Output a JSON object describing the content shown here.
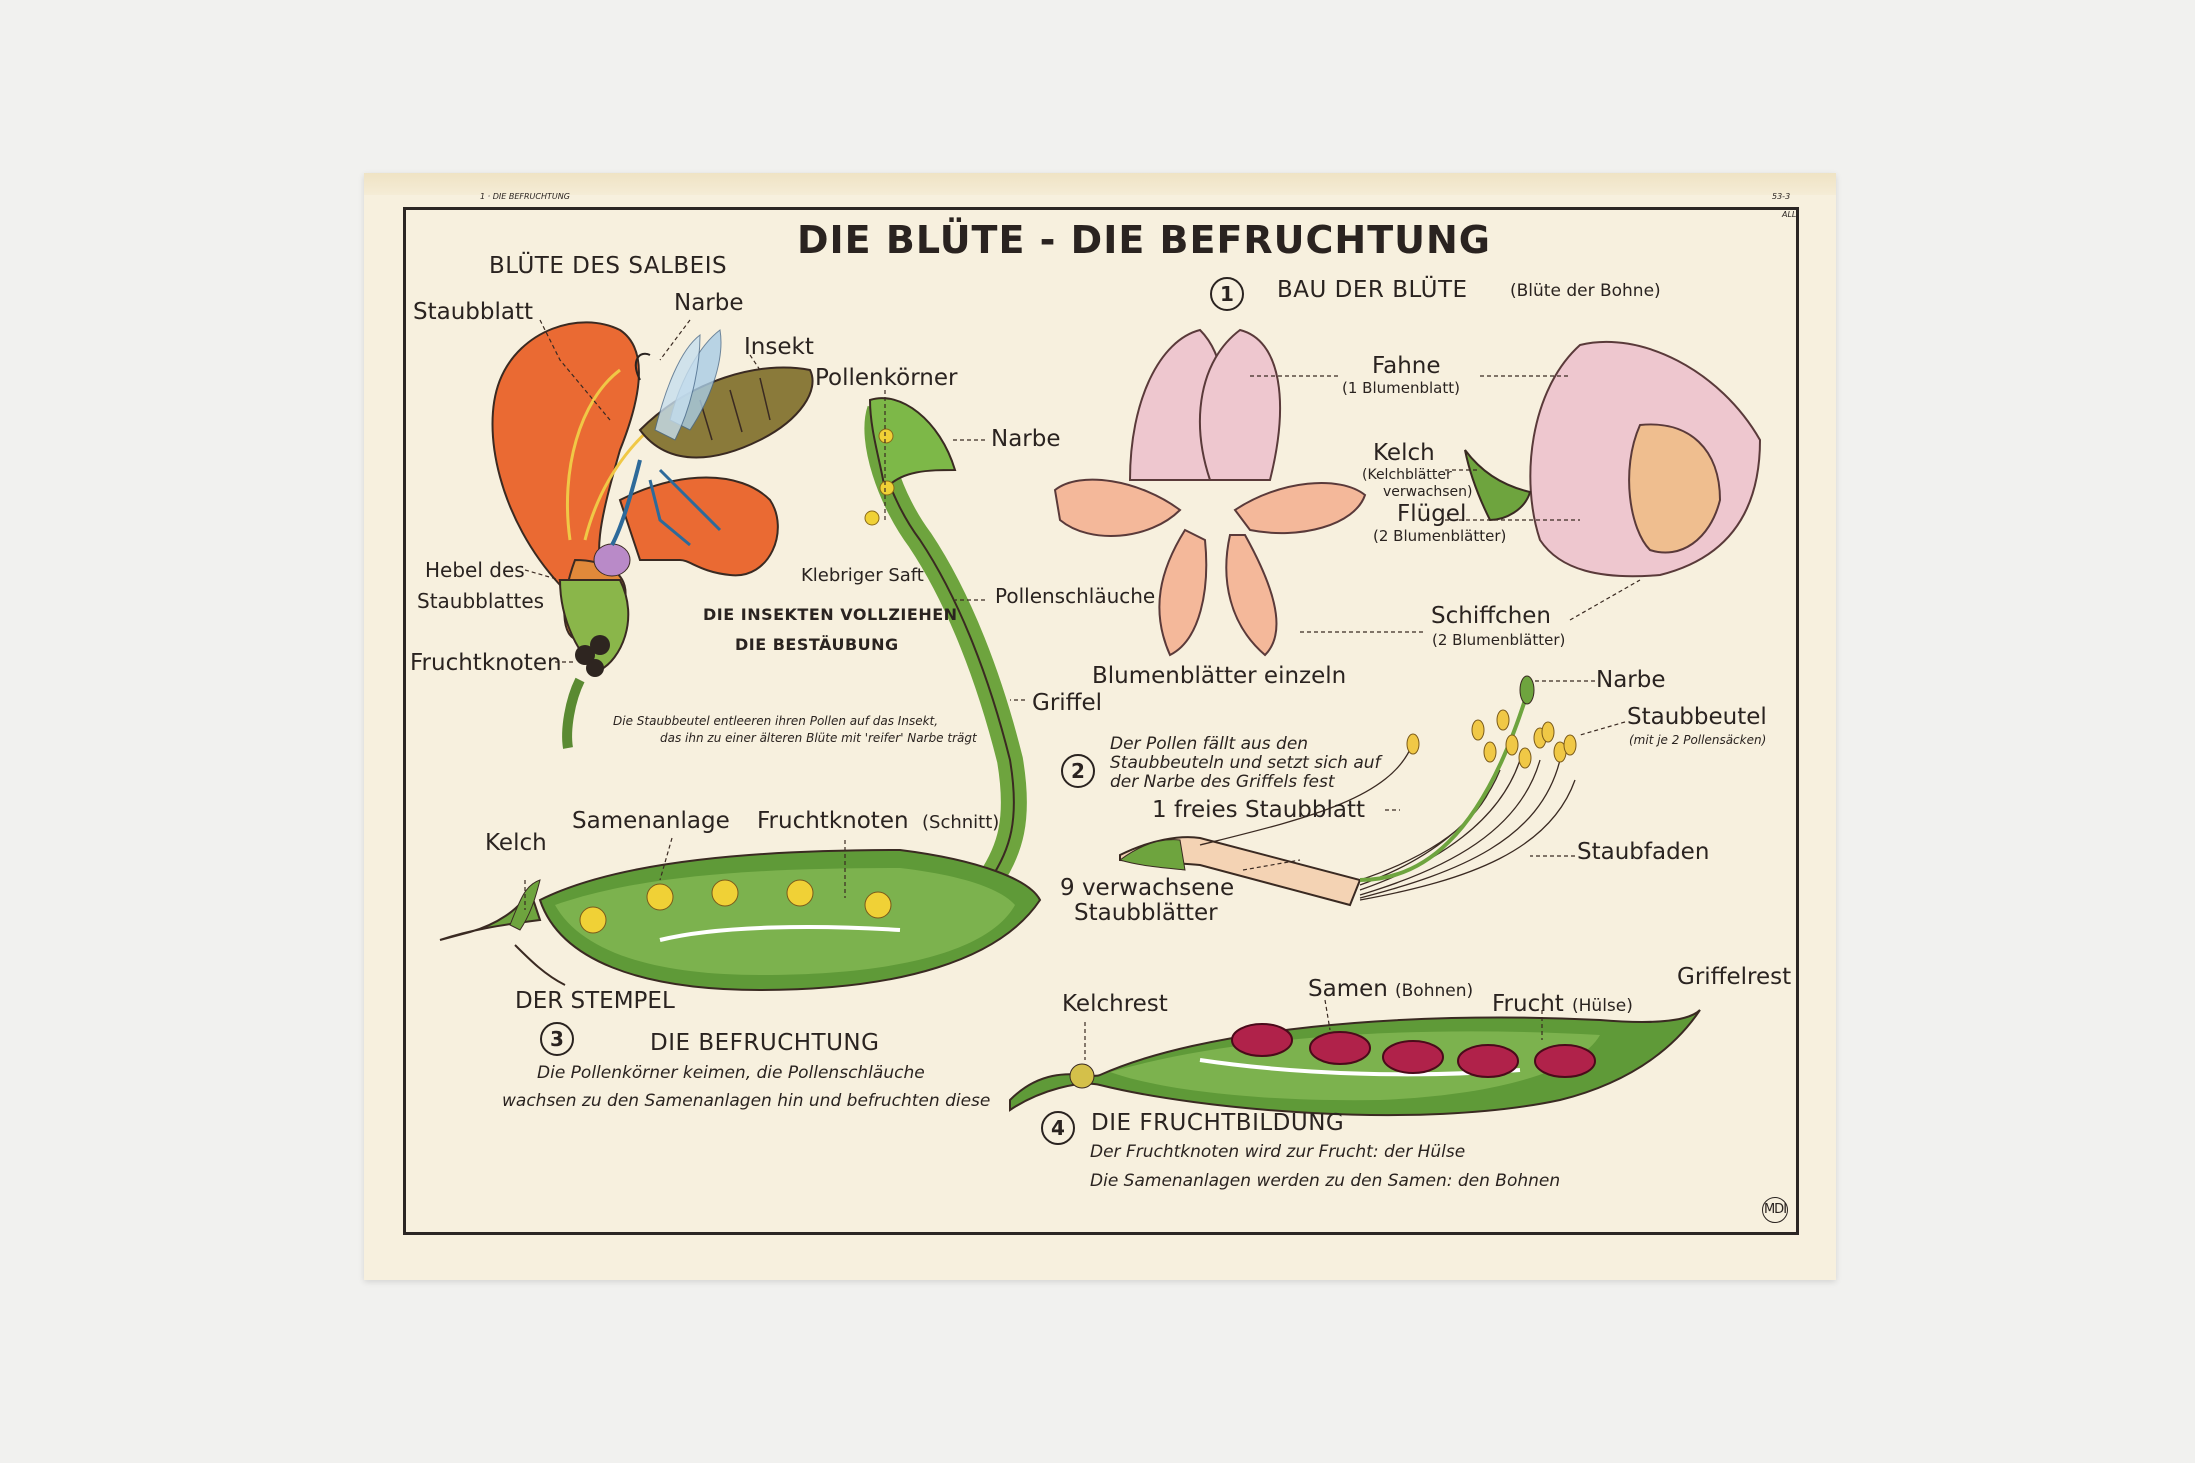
{
  "poster": {
    "corner_left": "1 · DIE BEFRUCHTUNG",
    "corner_right_top": "53-3",
    "corner_right_bottom": "ALL",
    "title": "DIE BLÜTE - DIE BEFRUCHTUNG",
    "logo": "MDI"
  },
  "salbei": {
    "heading": "BLÜTE DES SALBEIS",
    "staubblatt": "Staubblatt",
    "narbe": "Narbe",
    "insekt": "Insekt",
    "hebel_line1": "Hebel des",
    "hebel_line2": "Staubblattes",
    "fruchtknoten": "Fruchtknoten",
    "insekten_line1": "DIE INSEKTEN VOLLZIEHEN",
    "insekten_line2": "DIE BESTÄUBUNG",
    "note_line1": "Die Staubbeutel entleeren ihren Pollen auf das Insekt,",
    "note_line2": "das ihn zu einer älteren Blüte mit 'reifer' Narbe trägt"
  },
  "pistil": {
    "pollenkoerner": "Pollenkörner",
    "narbe": "Narbe",
    "klebriger_saft": "Klebriger Saft",
    "pollenschlaeuche": "Pollenschläuche",
    "griffel": "Griffel",
    "kelch": "Kelch",
    "samenanlage": "Samenanlage",
    "fruchtknoten": "Fruchtknoten",
    "schnitt": "(Schnitt)",
    "der_stempel": "DER STEMPEL"
  },
  "section1": {
    "number": "1",
    "heading": "BAU DER BLÜTE",
    "sub": "(Blüte der Bohne)",
    "fahne": "Fahne",
    "fahne_sub": "(1 Blumenblatt)",
    "kelch": "Kelch",
    "kelch_sub1": "(Kelchblätter",
    "kelch_sub2": "verwachsen)",
    "fluegel": "Flügel",
    "fluegel_sub": "(2 Blumenblätter)",
    "schiffchen": "Schiffchen",
    "schiffchen_sub": "(2 Blumenblätter)",
    "einzeln": "Blumenblätter einzeln"
  },
  "section2": {
    "number": "2",
    "text_line1": "Der Pollen fällt aus den",
    "text_line2": "Staubbeuteln und setzt sich auf",
    "text_line3": "der Narbe des Griffels fest",
    "freies": "1 freies Staubblatt",
    "narbe": "Narbe",
    "staubbeutel": "Staubbeutel",
    "staubbeutel_sub": "(mit je 2 Pollensäcken)",
    "staubfaden": "Staubfaden",
    "verwachsene_line1": "9 verwachsene",
    "verwachsene_line2": "Staubblätter"
  },
  "section3": {
    "number": "3",
    "heading": "DIE BEFRUCHTUNG",
    "text_line1": "Die Pollenkörner keimen, die Pollenschläuche",
    "text_line2": "wachsen zu den Samenanlagen hin und befruchten diese"
  },
  "section4": {
    "number": "4",
    "heading": "DIE FRUCHTBILDUNG",
    "text_line1": "Der Fruchtknoten wird zur Frucht: der Hülse",
    "text_line2": "Die Samenanlagen werden zu den Samen: den Bohnen",
    "kelchrest": "Kelchrest",
    "samen": "Samen",
    "samen_sub": "(Bohnen)",
    "frucht": "Frucht",
    "frucht_sub": "(Hülse)",
    "griffelrest": "Griffelrest"
  }
}
